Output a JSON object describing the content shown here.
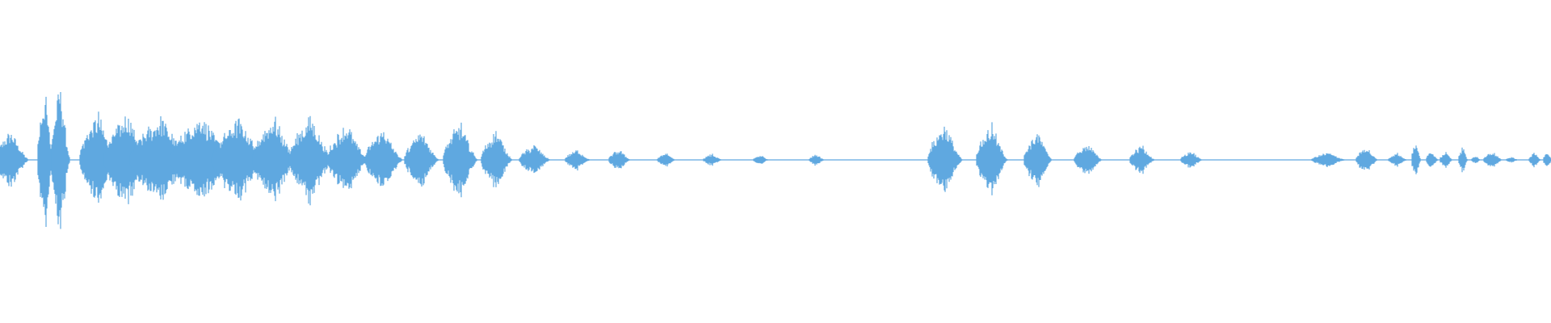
{
  "waveform": {
    "color": "#5fa8e0",
    "background": "#ffffff",
    "duration_units": 1920,
    "amplitude_range": [
      -1,
      1
    ],
    "bursts": [
      {
        "t": 14,
        "amp": 0.38,
        "dur": 22
      },
      {
        "t": 56,
        "amp": 0.95,
        "dur": 10
      },
      {
        "t": 75,
        "amp": 1.0,
        "dur": 12
      },
      {
        "t": 122,
        "amp": 0.62,
        "dur": 24
      },
      {
        "t": 158,
        "amp": 0.62,
        "dur": 30
      },
      {
        "t": 200,
        "amp": 0.58,
        "dur": 40
      },
      {
        "t": 250,
        "amp": 0.6,
        "dur": 40
      },
      {
        "t": 297,
        "amp": 0.55,
        "dur": 36
      },
      {
        "t": 340,
        "amp": 0.58,
        "dur": 28
      },
      {
        "t": 385,
        "amp": 0.58,
        "dur": 28
      },
      {
        "t": 430,
        "amp": 0.48,
        "dur": 26
      },
      {
        "t": 475,
        "amp": 0.42,
        "dur": 24
      },
      {
        "t": 522,
        "amp": 0.38,
        "dur": 22
      },
      {
        "t": 570,
        "amp": 0.5,
        "dur": 22
      },
      {
        "t": 615,
        "amp": 0.4,
        "dur": 20
      },
      {
        "t": 662,
        "amp": 0.2,
        "dur": 20
      },
      {
        "t": 715,
        "amp": 0.14,
        "dur": 16
      },
      {
        "t": 767,
        "amp": 0.14,
        "dur": 14
      },
      {
        "t": 825,
        "amp": 0.1,
        "dur": 12
      },
      {
        "t": 882,
        "amp": 0.08,
        "dur": 12
      },
      {
        "t": 942,
        "amp": 0.07,
        "dur": 10
      },
      {
        "t": 1011,
        "amp": 0.08,
        "dur": 10
      },
      {
        "t": 1170,
        "amp": 0.48,
        "dur": 22
      },
      {
        "t": 1228,
        "amp": 0.48,
        "dur": 20
      },
      {
        "t": 1285,
        "amp": 0.38,
        "dur": 18
      },
      {
        "t": 1347,
        "amp": 0.22,
        "dur": 18
      },
      {
        "t": 1414,
        "amp": 0.2,
        "dur": 16
      },
      {
        "t": 1475,
        "amp": 0.12,
        "dur": 14
      },
      {
        "t": 1645,
        "amp": 0.1,
        "dur": 22
      },
      {
        "t": 1692,
        "amp": 0.18,
        "dur": 14
      },
      {
        "t": 1730,
        "amp": 0.1,
        "dur": 12
      },
      {
        "t": 1753,
        "amp": 0.26,
        "dur": 6
      },
      {
        "t": 1773,
        "amp": 0.12,
        "dur": 8
      },
      {
        "t": 1790,
        "amp": 0.12,
        "dur": 8
      },
      {
        "t": 1811,
        "amp": 0.18,
        "dur": 6
      },
      {
        "t": 1827,
        "amp": 0.06,
        "dur": 6
      },
      {
        "t": 1848,
        "amp": 0.12,
        "dur": 12
      },
      {
        "t": 1872,
        "amp": 0.04,
        "dur": 8
      },
      {
        "t": 1900,
        "amp": 0.1,
        "dur": 8
      },
      {
        "t": 1916,
        "amp": 0.12,
        "dur": 6
      }
    ],
    "noise_floor_amp": 0.006
  }
}
